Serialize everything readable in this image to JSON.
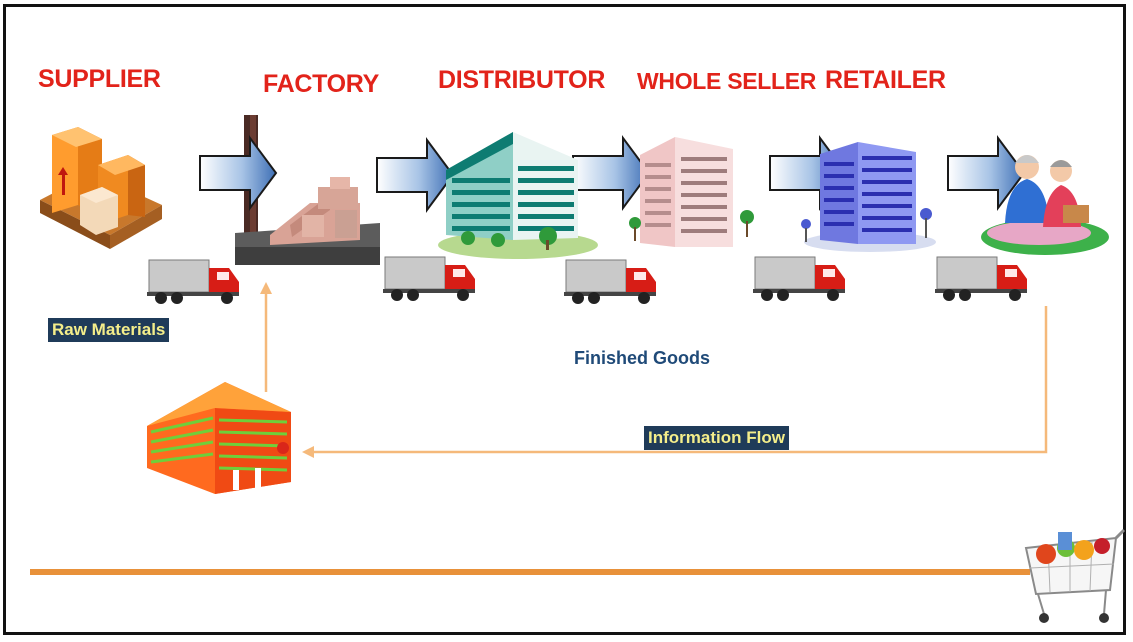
{
  "stages": [
    {
      "key": "supplier",
      "label": "SUPPLIER"
    },
    {
      "key": "factory",
      "label": "FACTORY"
    },
    {
      "key": "distributor",
      "label": "DISTRIBUTOR"
    },
    {
      "key": "wholeseller",
      "label": "WHOLE SELLER"
    },
    {
      "key": "retailer",
      "label": "RETAILER"
    }
  ],
  "labels": {
    "raw_materials": "Raw Materials",
    "finished_goods": "Finished Goods",
    "information_flow": "Information Flow"
  },
  "colors": {
    "stage_label": "#e2231a",
    "tag_background": "#1f3b59",
    "tag_text": "#f4ee8a",
    "info_flow_line": "#f5b97a",
    "bottom_bar": "#e8913a",
    "arrow_blue": "#4f7fc0"
  },
  "icons": [
    "pallet-boxes-icon",
    "factory-icon",
    "distributor-building-icon",
    "wholeseller-building-icon",
    "retailer-building-icon",
    "consumers-icon",
    "truck-icon",
    "info-system-building-icon",
    "shopping-cart-icon",
    "block-arrow-icon"
  ]
}
